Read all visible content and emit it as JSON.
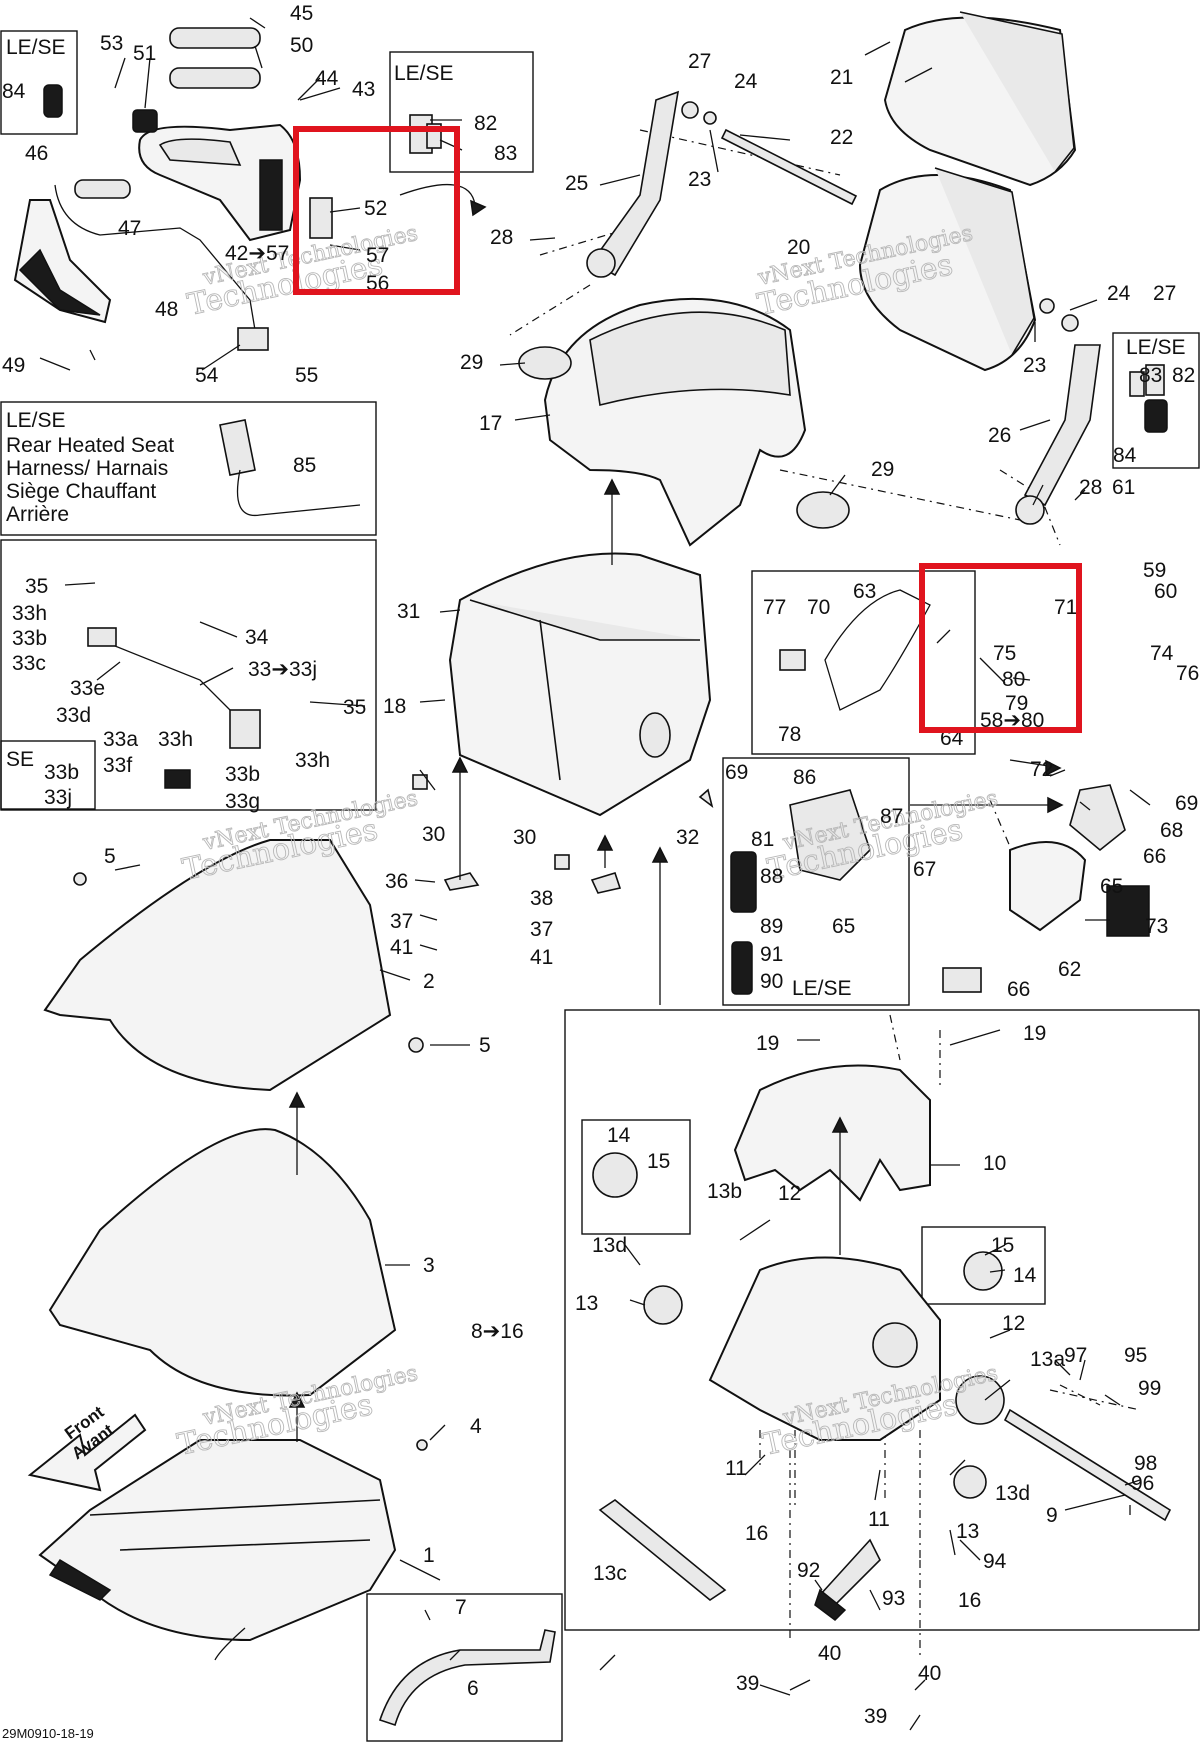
{
  "figure_id": "29M0910-18-19",
  "front_arrow": {
    "line1": "Front",
    "line2": "Avant"
  },
  "watermark": {
    "line1": "vNext Technologies",
    "line2": "Technologies"
  },
  "boxes": {
    "le_se_a": "LE/SE",
    "le_se_b": "LE/SE",
    "le_se_c": "LE/SE",
    "le_se_d": "LE/SE",
    "le_se_e": "LE/SE",
    "se": "SE",
    "harness": [
      "Rear Heated Seat",
      "Harness/ Harnais",
      "Siège Chauffant",
      "Arrière"
    ]
  },
  "labels": [
    {
      "id": "p45",
      "text": "45"
    },
    {
      "id": "p50",
      "text": "50"
    },
    {
      "id": "p53",
      "text": "53"
    },
    {
      "id": "p51",
      "text": "51"
    },
    {
      "id": "p84a",
      "text": "84"
    },
    {
      "id": "p44",
      "text": "44"
    },
    {
      "id": "p43",
      "text": "43"
    },
    {
      "id": "p82a",
      "text": "82"
    },
    {
      "id": "p83a",
      "text": "83"
    },
    {
      "id": "p46",
      "text": "46"
    },
    {
      "id": "p47",
      "text": "47"
    },
    {
      "id": "p52",
      "text": "52"
    },
    {
      "id": "p42",
      "text": "42➔57"
    },
    {
      "id": "p57",
      "text": "57"
    },
    {
      "id": "p56",
      "text": "56"
    },
    {
      "id": "p48",
      "text": "48"
    },
    {
      "id": "p54",
      "text": "54"
    },
    {
      "id": "p55",
      "text": "55"
    },
    {
      "id": "p49",
      "text": "49"
    },
    {
      "id": "p27a",
      "text": "27"
    },
    {
      "id": "p24a",
      "text": "24"
    },
    {
      "id": "p21",
      "text": "21"
    },
    {
      "id": "p22",
      "text": "22"
    },
    {
      "id": "p25",
      "text": "25"
    },
    {
      "id": "p23a",
      "text": "23"
    },
    {
      "id": "p28a",
      "text": "28"
    },
    {
      "id": "p20",
      "text": "20"
    },
    {
      "id": "p24b",
      "text": "24"
    },
    {
      "id": "p27b",
      "text": "27"
    },
    {
      "id": "p23b",
      "text": "23"
    },
    {
      "id": "p83b",
      "text": "83"
    },
    {
      "id": "p82b",
      "text": "82"
    },
    {
      "id": "p84b",
      "text": "84"
    },
    {
      "id": "p26",
      "text": "26"
    },
    {
      "id": "p29a",
      "text": "29"
    },
    {
      "id": "p17",
      "text": "17"
    },
    {
      "id": "p29b",
      "text": "29"
    },
    {
      "id": "p28b",
      "text": "28"
    },
    {
      "id": "p61",
      "text": "61"
    },
    {
      "id": "p85",
      "text": "85"
    },
    {
      "id": "p35a",
      "text": "35"
    },
    {
      "id": "p33h1",
      "text": "33h"
    },
    {
      "id": "p33b1",
      "text": "33b"
    },
    {
      "id": "p33c",
      "text": "33c"
    },
    {
      "id": "p34",
      "text": "34"
    },
    {
      "id": "p33e",
      "text": "33e"
    },
    {
      "id": "p33to",
      "text": "33➔33j"
    },
    {
      "id": "p33d",
      "text": "33d"
    },
    {
      "id": "p35b",
      "text": "35"
    },
    {
      "id": "p33a",
      "text": "33a"
    },
    {
      "id": "p33f",
      "text": "33f"
    },
    {
      "id": "p33h2",
      "text": "33h"
    },
    {
      "id": "p33h3",
      "text": "33h"
    },
    {
      "id": "p33b2",
      "text": "33b"
    },
    {
      "id": "p33g",
      "text": "33g"
    },
    {
      "id": "p33b3",
      "text": "33b"
    },
    {
      "id": "p33j",
      "text": "33j"
    },
    {
      "id": "p31",
      "text": "31"
    },
    {
      "id": "p18",
      "text": "18"
    },
    {
      "id": "p30a",
      "text": "30"
    },
    {
      "id": "p30b",
      "text": "30"
    },
    {
      "id": "p32",
      "text": "32"
    },
    {
      "id": "p77",
      "text": "77"
    },
    {
      "id": "p70",
      "text": "70"
    },
    {
      "id": "p63",
      "text": "63"
    },
    {
      "id": "p78",
      "text": "78"
    },
    {
      "id": "p64",
      "text": "64"
    },
    {
      "id": "p71",
      "text": "71"
    },
    {
      "id": "p59",
      "text": "59"
    },
    {
      "id": "p60",
      "text": "60"
    },
    {
      "id": "p75",
      "text": "75"
    },
    {
      "id": "p74",
      "text": "74"
    },
    {
      "id": "p76",
      "text": "76"
    },
    {
      "id": "p80",
      "text": "80"
    },
    {
      "id": "p79",
      "text": "79"
    },
    {
      "id": "p58",
      "text": "58➔80"
    },
    {
      "id": "p72",
      "text": "72"
    },
    {
      "id": "p69a",
      "text": "69"
    },
    {
      "id": "p86",
      "text": "86"
    },
    {
      "id": "p87",
      "text": "87"
    },
    {
      "id": "p69b",
      "text": "69"
    },
    {
      "id": "p81",
      "text": "81"
    },
    {
      "id": "p68",
      "text": "68"
    },
    {
      "id": "p88",
      "text": "88"
    },
    {
      "id": "p67",
      "text": "67"
    },
    {
      "id": "p66a",
      "text": "66"
    },
    {
      "id": "p65a",
      "text": "65"
    },
    {
      "id": "p89",
      "text": "89"
    },
    {
      "id": "p65b",
      "text": "65"
    },
    {
      "id": "p73",
      "text": "73"
    },
    {
      "id": "p91",
      "text": "91"
    },
    {
      "id": "p90",
      "text": "90"
    },
    {
      "id": "p62",
      "text": "62"
    },
    {
      "id": "p66b",
      "text": "66"
    },
    {
      "id": "p5a",
      "text": "5"
    },
    {
      "id": "p36",
      "text": "36"
    },
    {
      "id": "p37a",
      "text": "37"
    },
    {
      "id": "p41a",
      "text": "41"
    },
    {
      "id": "p2",
      "text": "2"
    },
    {
      "id": "p38",
      "text": "38"
    },
    {
      "id": "p37b",
      "text": "37"
    },
    {
      "id": "p41b",
      "text": "41"
    },
    {
      "id": "p5b",
      "text": "5"
    },
    {
      "id": "p19a",
      "text": "19"
    },
    {
      "id": "p19b",
      "text": "19"
    },
    {
      "id": "p10",
      "text": "10"
    },
    {
      "id": "p14a",
      "text": "14"
    },
    {
      "id": "p15a",
      "text": "15"
    },
    {
      "id": "p3",
      "text": "3"
    },
    {
      "id": "p13b",
      "text": "13b"
    },
    {
      "id": "p12a",
      "text": "12"
    },
    {
      "id": "p13d1",
      "text": "13d"
    },
    {
      "id": "p15b",
      "text": "15"
    },
    {
      "id": "p14b",
      "text": "14"
    },
    {
      "id": "p13a1",
      "text": "13"
    },
    {
      "id": "p8",
      "text": "8➔16"
    },
    {
      "id": "p12b",
      "text": "12"
    },
    {
      "id": "p13a",
      "text": "13a"
    },
    {
      "id": "p97",
      "text": "97"
    },
    {
      "id": "p95",
      "text": "95"
    },
    {
      "id": "p99",
      "text": "99"
    },
    {
      "id": "p4",
      "text": "4"
    },
    {
      "id": "p11a",
      "text": "11"
    },
    {
      "id": "p98",
      "text": "98"
    },
    {
      "id": "p96",
      "text": "96"
    },
    {
      "id": "p13d2",
      "text": "13d"
    },
    {
      "id": "p9",
      "text": "9"
    },
    {
      "id": "p11b",
      "text": "11"
    },
    {
      "id": "p1",
      "text": "1"
    },
    {
      "id": "p16a",
      "text": "16"
    },
    {
      "id": "p13b2",
      "text": "13"
    },
    {
      "id": "p94",
      "text": "94"
    },
    {
      "id": "p13c",
      "text": "13c"
    },
    {
      "id": "p92",
      "text": "92"
    },
    {
      "id": "p93",
      "text": "93"
    },
    {
      "id": "p16b",
      "text": "16"
    },
    {
      "id": "p7",
      "text": "7"
    },
    {
      "id": "p6",
      "text": "6"
    },
    {
      "id": "p40a",
      "text": "40"
    },
    {
      "id": "p39a",
      "text": "39"
    },
    {
      "id": "p40b",
      "text": "40"
    },
    {
      "id": "p39b",
      "text": "39"
    }
  ],
  "highlight_color": "#e0141e"
}
